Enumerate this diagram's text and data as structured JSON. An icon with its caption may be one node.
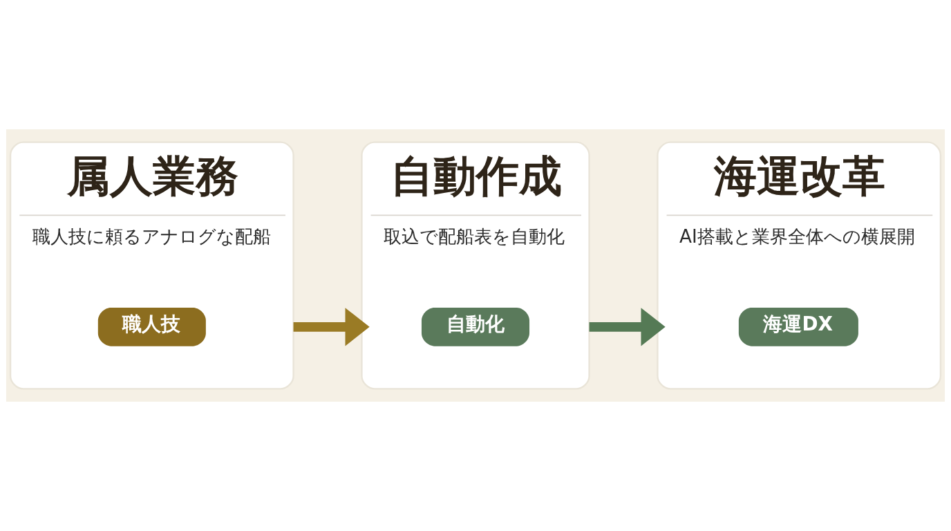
{
  "diagram": {
    "nodes": [
      {
        "text": [
          "属人業務",
          "職人技に頼るアナログな配船"
        ]
      },
      {
        "text": [
          "職人技"
        ],
        "in": 0
      },
      {
        "text": [
          "自動作成",
          "取込で配船表を自動化"
        ]
      },
      {
        "text": [
          "自動化"
        ],
        "in": 2
      },
      {
        "text": [
          "海運改革",
          "AI搭載と業界全体への横展開"
        ]
      },
      {
        "text": [
          "海運DX"
        ],
        "in": 4
      }
    ],
    "edges": [
      {
        "from": 0,
        "to": 2,
        "arrow": "to",
        "color": "#9a7b25"
      },
      {
        "from": 2,
        "to": 4,
        "arrow": "to",
        "color": "#557a55"
      }
    ]
  }
}
